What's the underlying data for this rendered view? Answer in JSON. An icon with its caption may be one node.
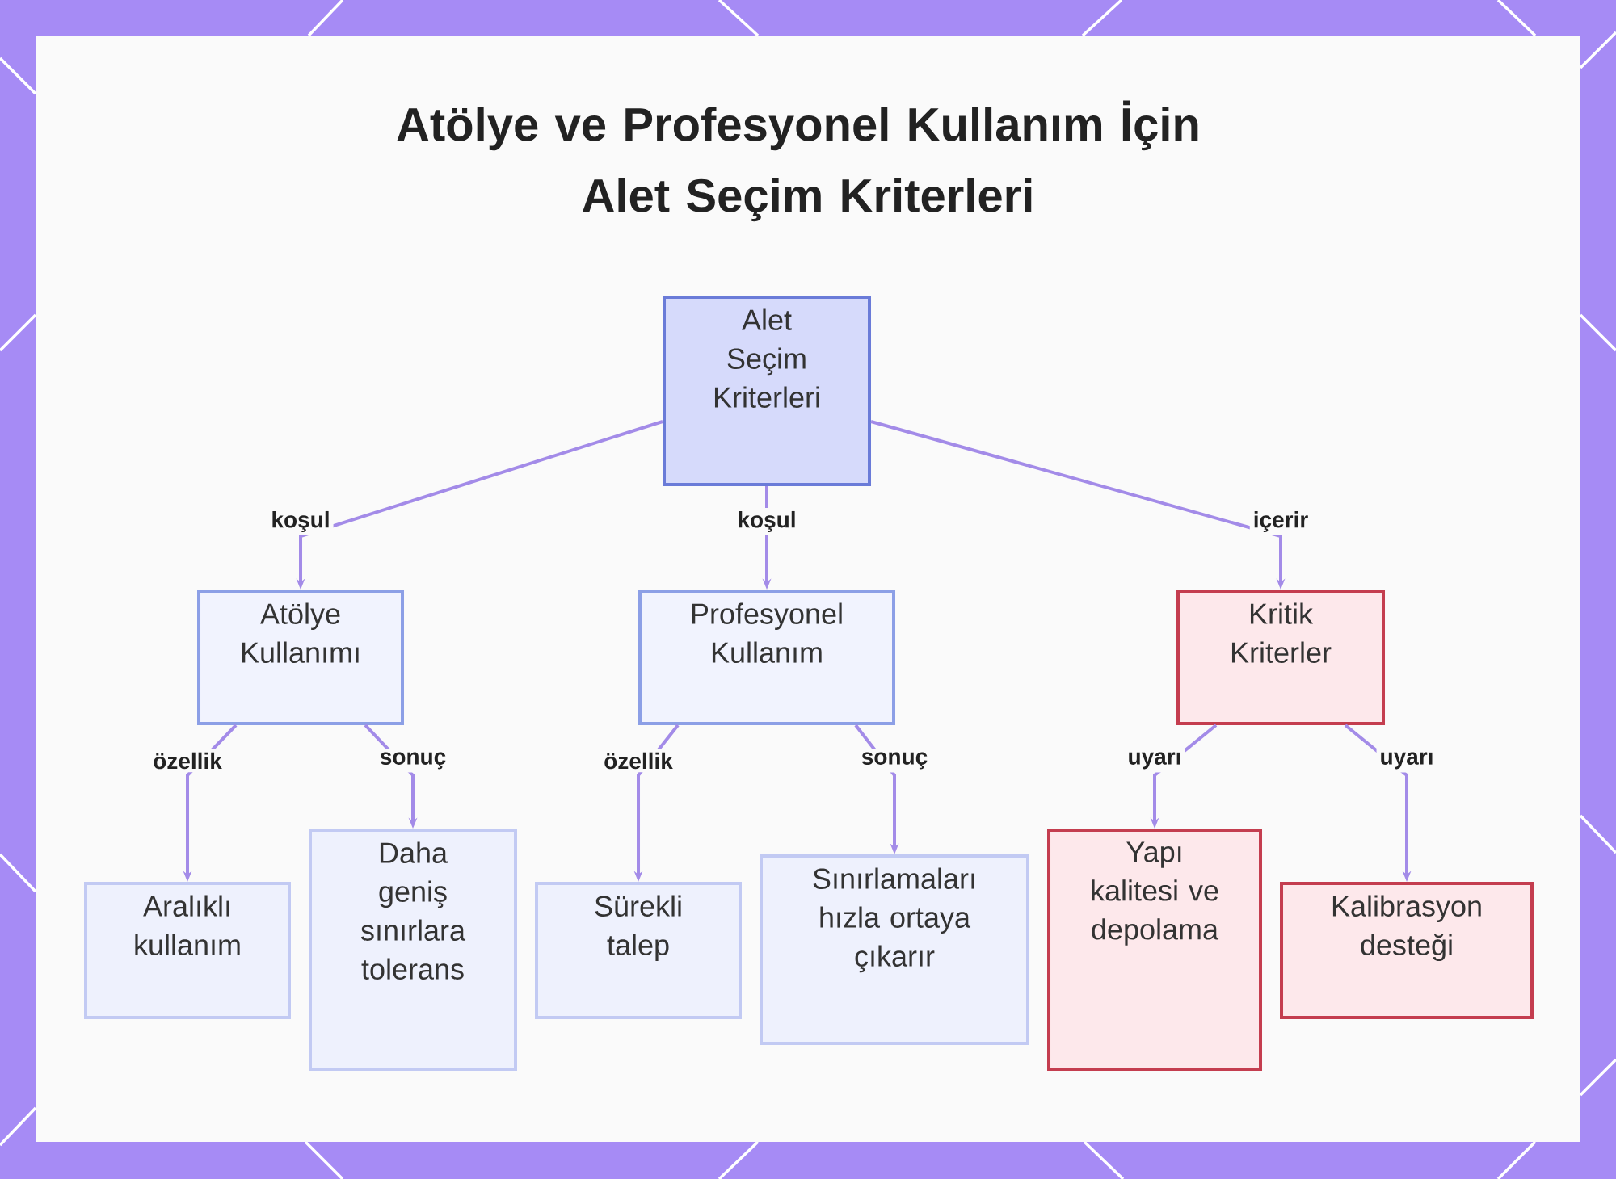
{
  "diagram": {
    "title": "Atölye ve Profesyonel Kullanım İçin Alet Seçim Kriterleri",
    "nodes": [
      {
        "text": [
          "Alet Seçim Kriterleri"
        ]
      },
      {
        "text": [
          "Atölye Kullanımı"
        ]
      },
      {
        "text": [
          "Profesyonel Kullanım"
        ]
      },
      {
        "text": [
          "Kritik Kriterler"
        ]
      },
      {
        "text": [
          "Aralıklı kullanım"
        ]
      },
      {
        "text": [
          "Daha geniş sınırlara tolerans"
        ]
      },
      {
        "text": [
          "Sürekli talep"
        ]
      },
      {
        "text": [
          "Sınırlamaları hızla ortaya çıkarır"
        ]
      },
      {
        "text": [
          "Yapı kalitesi ve depolama"
        ]
      },
      {
        "text": [
          "Kalibrasyon desteği"
        ]
      }
    ],
    "edges": [
      {
        "from": 0,
        "to": 1,
        "arrow": "to",
        "label": "koşul"
      },
      {
        "from": 0,
        "to": 2,
        "arrow": "to",
        "label": "koşul"
      },
      {
        "from": 0,
        "to": 3,
        "arrow": "to",
        "label": "içerir"
      },
      {
        "from": 1,
        "to": 4,
        "arrow": "to",
        "label": "özellik"
      },
      {
        "from": 1,
        "to": 5,
        "arrow": "to",
        "label": "sonuç"
      },
      {
        "from": 2,
        "to": 6,
        "arrow": "to",
        "label": "özellik"
      },
      {
        "from": 2,
        "to": 7,
        "arrow": "to",
        "label": "sonuç"
      },
      {
        "from": 3,
        "to": 8,
        "arrow": "to",
        "label": "uyarı"
      },
      {
        "from": 3,
        "to": 9,
        "arrow": "to",
        "label": "uyarı"
      }
    ]
  }
}
